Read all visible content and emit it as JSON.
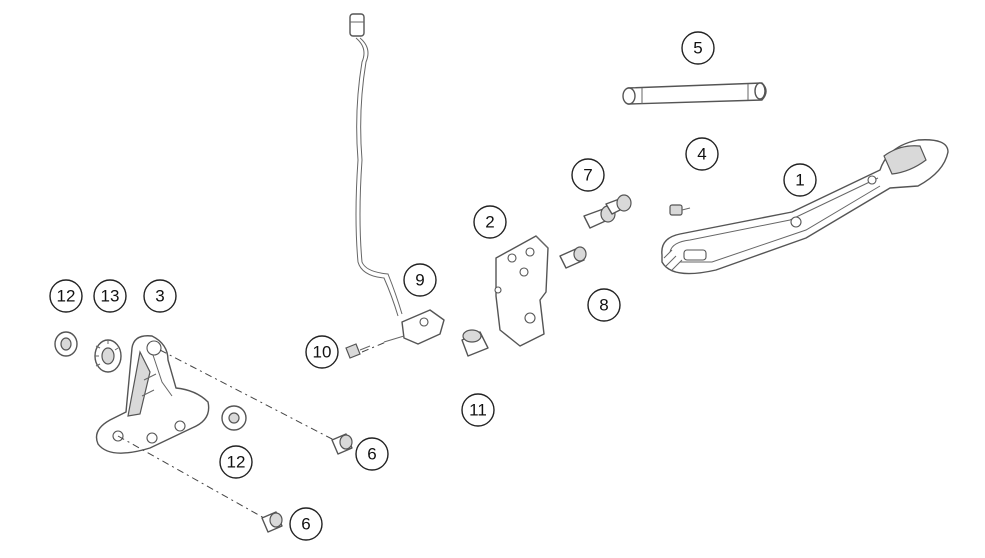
{
  "highlight_color": "#e07020",
  "line_color": "#555555",
  "callouts": [
    {
      "id": "c1",
      "label": "1",
      "highlighted": false
    },
    {
      "id": "c2",
      "label": "2",
      "highlighted": false
    },
    {
      "id": "c3",
      "label": "3",
      "highlighted": false
    },
    {
      "id": "c4",
      "label": "4",
      "highlighted": false
    },
    {
      "id": "c5",
      "label": "5",
      "highlighted": true
    },
    {
      "id": "c6a",
      "label": "6",
      "highlighted": false
    },
    {
      "id": "c6b",
      "label": "6",
      "highlighted": false
    },
    {
      "id": "c7",
      "label": "7",
      "highlighted": false
    },
    {
      "id": "c8",
      "label": "8",
      "highlighted": false
    },
    {
      "id": "c9",
      "label": "9",
      "highlighted": false
    },
    {
      "id": "c10",
      "label": "10",
      "highlighted": false
    },
    {
      "id": "c11",
      "label": "11",
      "highlighted": false
    },
    {
      "id": "c12a",
      "label": "12",
      "highlighted": false
    },
    {
      "id": "c12b",
      "label": "12",
      "highlighted": false
    },
    {
      "id": "c13",
      "label": "13",
      "highlighted": false
    }
  ]
}
